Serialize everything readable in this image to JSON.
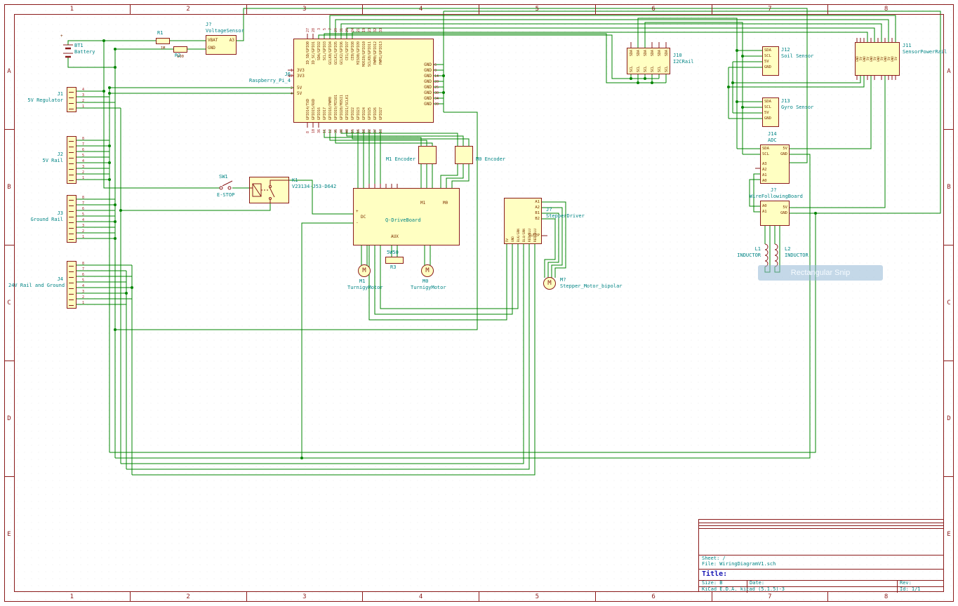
{
  "sheet": {
    "columns": [
      "1",
      "2",
      "3",
      "4",
      "5",
      "6",
      "7",
      "8"
    ],
    "rows": [
      "A",
      "B",
      "C",
      "D",
      "E"
    ]
  },
  "title_block": {
    "sheet_line": "Sheet: /",
    "file_line": "File: WiringDiagramV1.sch",
    "title_label": "Title:",
    "size_label": "Size: B",
    "date_label": "Date:",
    "rev_label": "Rev:",
    "app_line": "KiCad E.D.A.  kicad (5.1.5)-3",
    "id_label": "Id: 1/1"
  },
  "overlay": {
    "snip_label": "Rectangular Snip"
  },
  "colors": {
    "wire": "#008400",
    "outline": "#8a1a1a",
    "body_fill": "#ffffc2",
    "label": "#008484",
    "pin_number": "#9c1a1a",
    "pin_name": "#7d3000",
    "title_text": "#1818b4"
  },
  "components": {
    "battery": {
      "ref": "BT1",
      "value": "Battery",
      "plus": "+"
    },
    "r1": {
      "ref": "R1",
      "value": "1M"
    },
    "r2": {
      "ref": "R2",
      "value": "100"
    },
    "voltage_sensor": {
      "ref": "J?",
      "value": "VoltageSensor",
      "pin_vbat": "VBAT",
      "pin_gnd": "GND",
      "pin_a3": "A3"
    },
    "j1": {
      "ref": "J1",
      "value": "5V Regulator",
      "pin_numbers": [
        "4",
        "3",
        "2",
        "1"
      ]
    },
    "j2": {
      "ref": "J2",
      "value": "5V Rail",
      "pin_numbers": [
        "8",
        "7",
        "6",
        "5",
        "4",
        "3",
        "2",
        "1"
      ]
    },
    "j3": {
      "ref": "J3",
      "value": "Ground Rail",
      "pin_numbers": [
        "8",
        "7",
        "6",
        "5",
        "4",
        "3",
        "2",
        "1"
      ]
    },
    "j4": {
      "ref": "J4",
      "value": "24V Rail and Ground",
      "pin_numbers": [
        "8",
        "7",
        "6",
        "5",
        "4",
        "3",
        "2",
        "1"
      ]
    },
    "pi": {
      "ref": "J6",
      "value": "Raspberry_Pi_4",
      "left_pins": [
        {
          "name": "3V3",
          "num": "1"
        },
        {
          "name": "3V3",
          "num": "17"
        },
        {
          "name": "5V",
          "num": "2"
        },
        {
          "name": "5V",
          "num": "4"
        }
      ],
      "right_pins": [
        {
          "name": "GND",
          "num": "6"
        },
        {
          "name": "GND",
          "num": "9"
        },
        {
          "name": "GND",
          "num": "14"
        },
        {
          "name": "GND",
          "num": "20"
        },
        {
          "name": "GND",
          "num": "25"
        },
        {
          "name": "GND",
          "num": "30"
        },
        {
          "name": "GND",
          "num": "34"
        },
        {
          "name": "GND",
          "num": "39"
        }
      ],
      "top_pins": [
        {
          "name": "ID_SD/GPIO0",
          "num": "27"
        },
        {
          "name": "ID_SC/GPIO1",
          "num": "28"
        },
        {
          "name": "SDA/GPIO2",
          "num": "3"
        },
        {
          "name": "SCL/GPIO3",
          "num": "5"
        },
        {
          "name": "GCLK0/GPIO4",
          "num": "7"
        },
        {
          "name": "GCLK1/GPIO5",
          "num": "29"
        },
        {
          "name": "GCLK2/GPIO6",
          "num": "31"
        },
        {
          "name": "CE1/GPIO7",
          "num": "26"
        },
        {
          "name": "CE0/GPIO8",
          "num": "24"
        },
        {
          "name": "MISO0/GPIO9",
          "num": "21"
        },
        {
          "name": "MOSI0/GPIO10",
          "num": "19"
        },
        {
          "name": "SCLK0/GPIO11",
          "num": "23"
        },
        {
          "name": "PWM0/GPIO12",
          "num": "32"
        },
        {
          "name": "PWM1/GPIO13",
          "num": "33"
        }
      ],
      "bottom_pins": [
        {
          "name": "GPIO14/TXD",
          "num": "8"
        },
        {
          "name": "GPIO15/RXD",
          "num": "10"
        },
        {
          "name": "GPIO16",
          "num": "36"
        },
        {
          "name": "GPIO17",
          "num": "11"
        },
        {
          "name": "GPIO18/PWM0",
          "num": "12"
        },
        {
          "name": "GPIO19/MISO1",
          "num": "35"
        },
        {
          "name": "GPIO20/MOSI1",
          "num": "38"
        },
        {
          "name": "GPIO21/SCLK1",
          "num": "40"
        },
        {
          "name": "GPIO22",
          "num": "15"
        },
        {
          "name": "GPIO23",
          "num": "16"
        },
        {
          "name": "GPIO24",
          "num": "18"
        },
        {
          "name": "GPIO25",
          "num": "22"
        },
        {
          "name": "GPIO26",
          "num": "37"
        },
        {
          "name": "GPIO27",
          "num": "13"
        }
      ]
    },
    "encoder1": {
      "label": "M1 Encoder"
    },
    "encoder0": {
      "label": "M0 Encoder"
    },
    "sw1": {
      "ref": "SW1",
      "value": "E-STOP"
    },
    "k1": {
      "ref": "K1",
      "value": "V23134-J53-D642"
    },
    "qdrive": {
      "value": "Q-DriveBoard",
      "dc_label": "DC",
      "aux_label": "AUX",
      "m1_label": "M1",
      "m0_label": "M0",
      "plus": "+",
      "minus": "-"
    },
    "motor1": {
      "ref": "M1",
      "value": "TurnigyMotor",
      "letter": "M"
    },
    "motor0": {
      "ref": "M0",
      "value": "TurnigyMotor",
      "letter": "M"
    },
    "r3": {
      "ref": "R3",
      "value": "5W50"
    },
    "stepper_driver": {
      "ref": "J?",
      "value": "StepperDriver",
      "left_pins": [
        "5V",
        "GND",
        "BLK/GRN",
        "BLU/GRN",
        "RED/BLU",
        "RED/BLU"
      ],
      "right_pins": [
        "A1",
        "A2",
        "B1",
        "B2",
        "SLEEP"
      ]
    },
    "stepper_motor": {
      "ref": "M?",
      "value": "Stepper_Motor_bipolar",
      "letter": "M"
    },
    "j10": {
      "ref": "J10",
      "value": "I2CRail",
      "top_pins": [
        "SDA",
        "SDA",
        "SDA",
        "SDA",
        "SDA",
        "SDA"
      ],
      "bottom_pins": [
        "SCL",
        "SCL",
        "SCL",
        "SCL",
        "SCL",
        "SCL"
      ]
    },
    "j12": {
      "ref": "J12",
      "value": "Soil Sensor",
      "pins": [
        "SDA",
        "SCL",
        "5V",
        "GND"
      ]
    },
    "j13": {
      "ref": "J13",
      "value": "Gyro Sensor",
      "pins": [
        "SDA",
        "SCL",
        "5V",
        "GND"
      ]
    },
    "j14": {
      "ref": "J14",
      "value": "ADC",
      "left_pins": [
        "SDA",
        "SCL",
        "A3",
        "A2",
        "A1",
        "A0"
      ],
      "right_pins": [
        "5V",
        "GND"
      ]
    },
    "wfb": {
      "ref": "J?",
      "value": "WireFollowingBoard",
      "left_pins": [
        "A0",
        "A1"
      ],
      "right_pins": [
        "5V",
        "GND"
      ]
    },
    "l1": {
      "ref": "L1",
      "value": "INDUCTOR"
    },
    "l2": {
      "ref": "L2",
      "value": "INDUCTOR"
    },
    "j11": {
      "ref": "J11",
      "value": "SensorPowerRail",
      "pins": [
        "GND",
        "5V",
        "GND",
        "5V",
        "GND",
        "5V",
        "GND",
        "5V",
        "GND",
        "5V",
        "GND",
        "5V"
      ]
    }
  }
}
